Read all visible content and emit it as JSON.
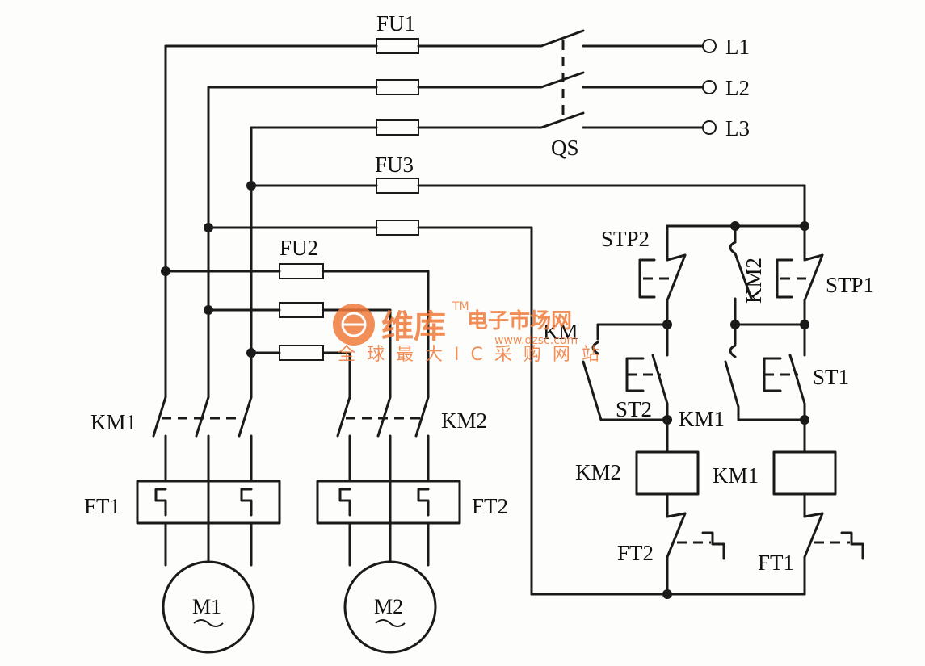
{
  "labels": {
    "fu1": "FU1",
    "fu2": "FU2",
    "fu3": "FU3",
    "qs": "QS",
    "l1": "L1",
    "l2": "L2",
    "l3": "L3",
    "km1_main": "KM1",
    "km2_main": "KM2",
    "ft1_main": "FT1",
    "ft2_main": "FT2",
    "m1": "M1",
    "m2": "M2",
    "stp2": "STP2",
    "stp1": "STP1",
    "km2_aux": "KM2",
    "km_aux": "KM",
    "st2": "ST2",
    "st1": "ST1",
    "km1_aux": "KM1",
    "km2_coil": "KM2",
    "km1_coil": "KM1",
    "ft2_contact": "FT2",
    "ft1_contact": "FT1"
  },
  "watermark": {
    "brand": "维库",
    "site": "电子市场网",
    "url": "www.dzsc.com",
    "slogan": "全球最大IC采购网站",
    "tm": "TM"
  }
}
